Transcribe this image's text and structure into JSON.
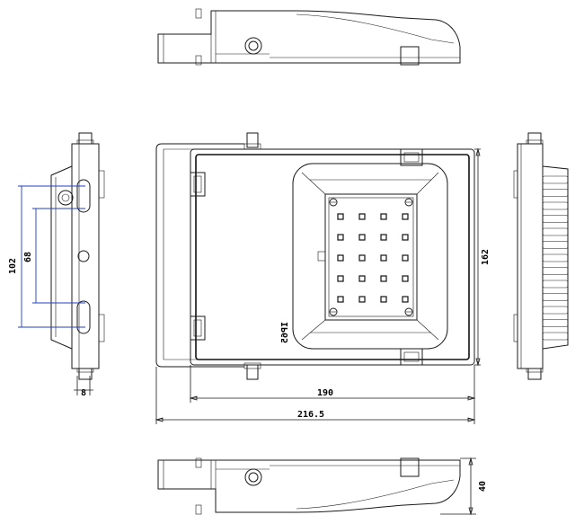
{
  "dimensions": {
    "width_190": "190",
    "width_216": "216.5",
    "height_162": "162",
    "depth_40": "40",
    "side_102": "102",
    "side_68": "68",
    "side_8": "8"
  },
  "marking": {
    "ip_rating": "IP65"
  },
  "led_grid": {
    "rows": 5,
    "cols": 4
  }
}
